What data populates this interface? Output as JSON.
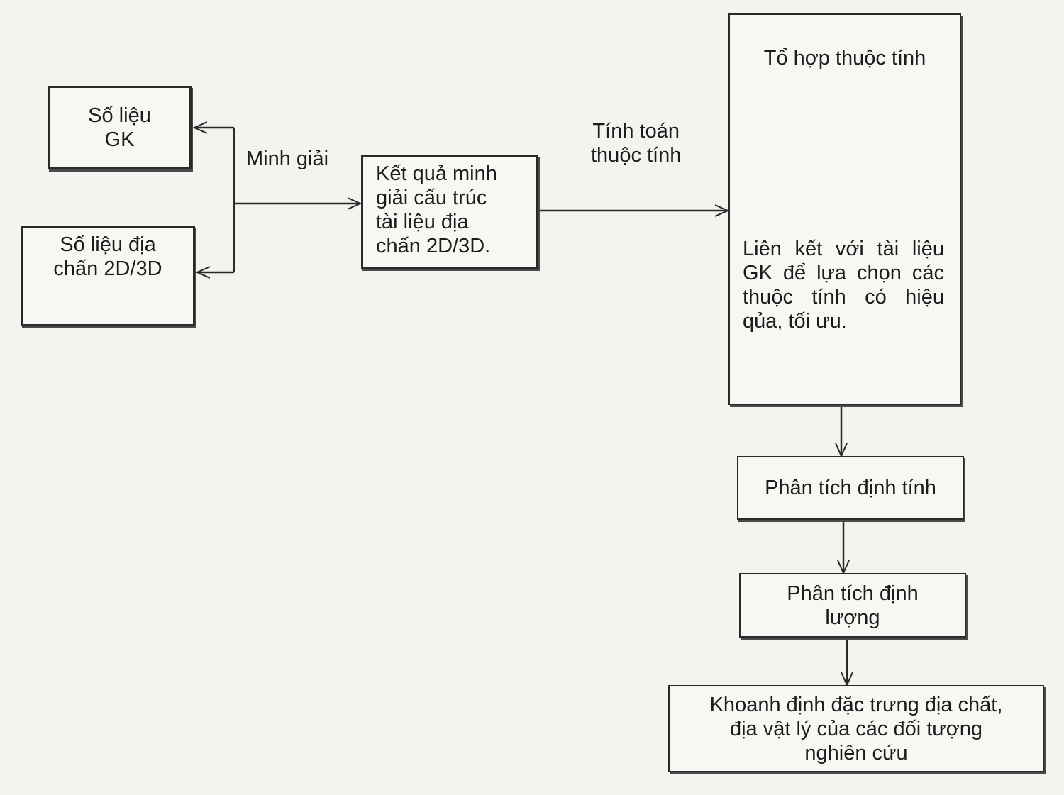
{
  "diagram": {
    "box_so_lieu_gk": "Số liệu\nGK",
    "box_so_lieu_dia_chan": "Số liệu địa\nchấn 2D/3D",
    "label_minh_giai": "Minh giải",
    "box_ket_qua": "Kết quả minh\ngiải cấu trúc\ntài liệu địa\nchấn 2D/3D.",
    "label_tinh_toan": "Tính toán\nthuộc tính",
    "box_to_hop_title": "Tổ hợp thuộc tính",
    "box_to_hop_body": "Liên kết với tài liệu GK để lựa chọn các thuộc tính có hiệu qủa, tối ưu.",
    "box_phan_tich_dinh_tinh": "Phân tích định tính",
    "box_phan_tich_dinh_luong": "Phân tích định\nlượng",
    "box_khoanh_dinh": "Khoanh định đặc trưng địa chất,\nđịa vật lý của các đối tượng\nnghiên cứu"
  },
  "colors": {
    "background": "#f4f3f0",
    "line": "#2a2a2a"
  }
}
